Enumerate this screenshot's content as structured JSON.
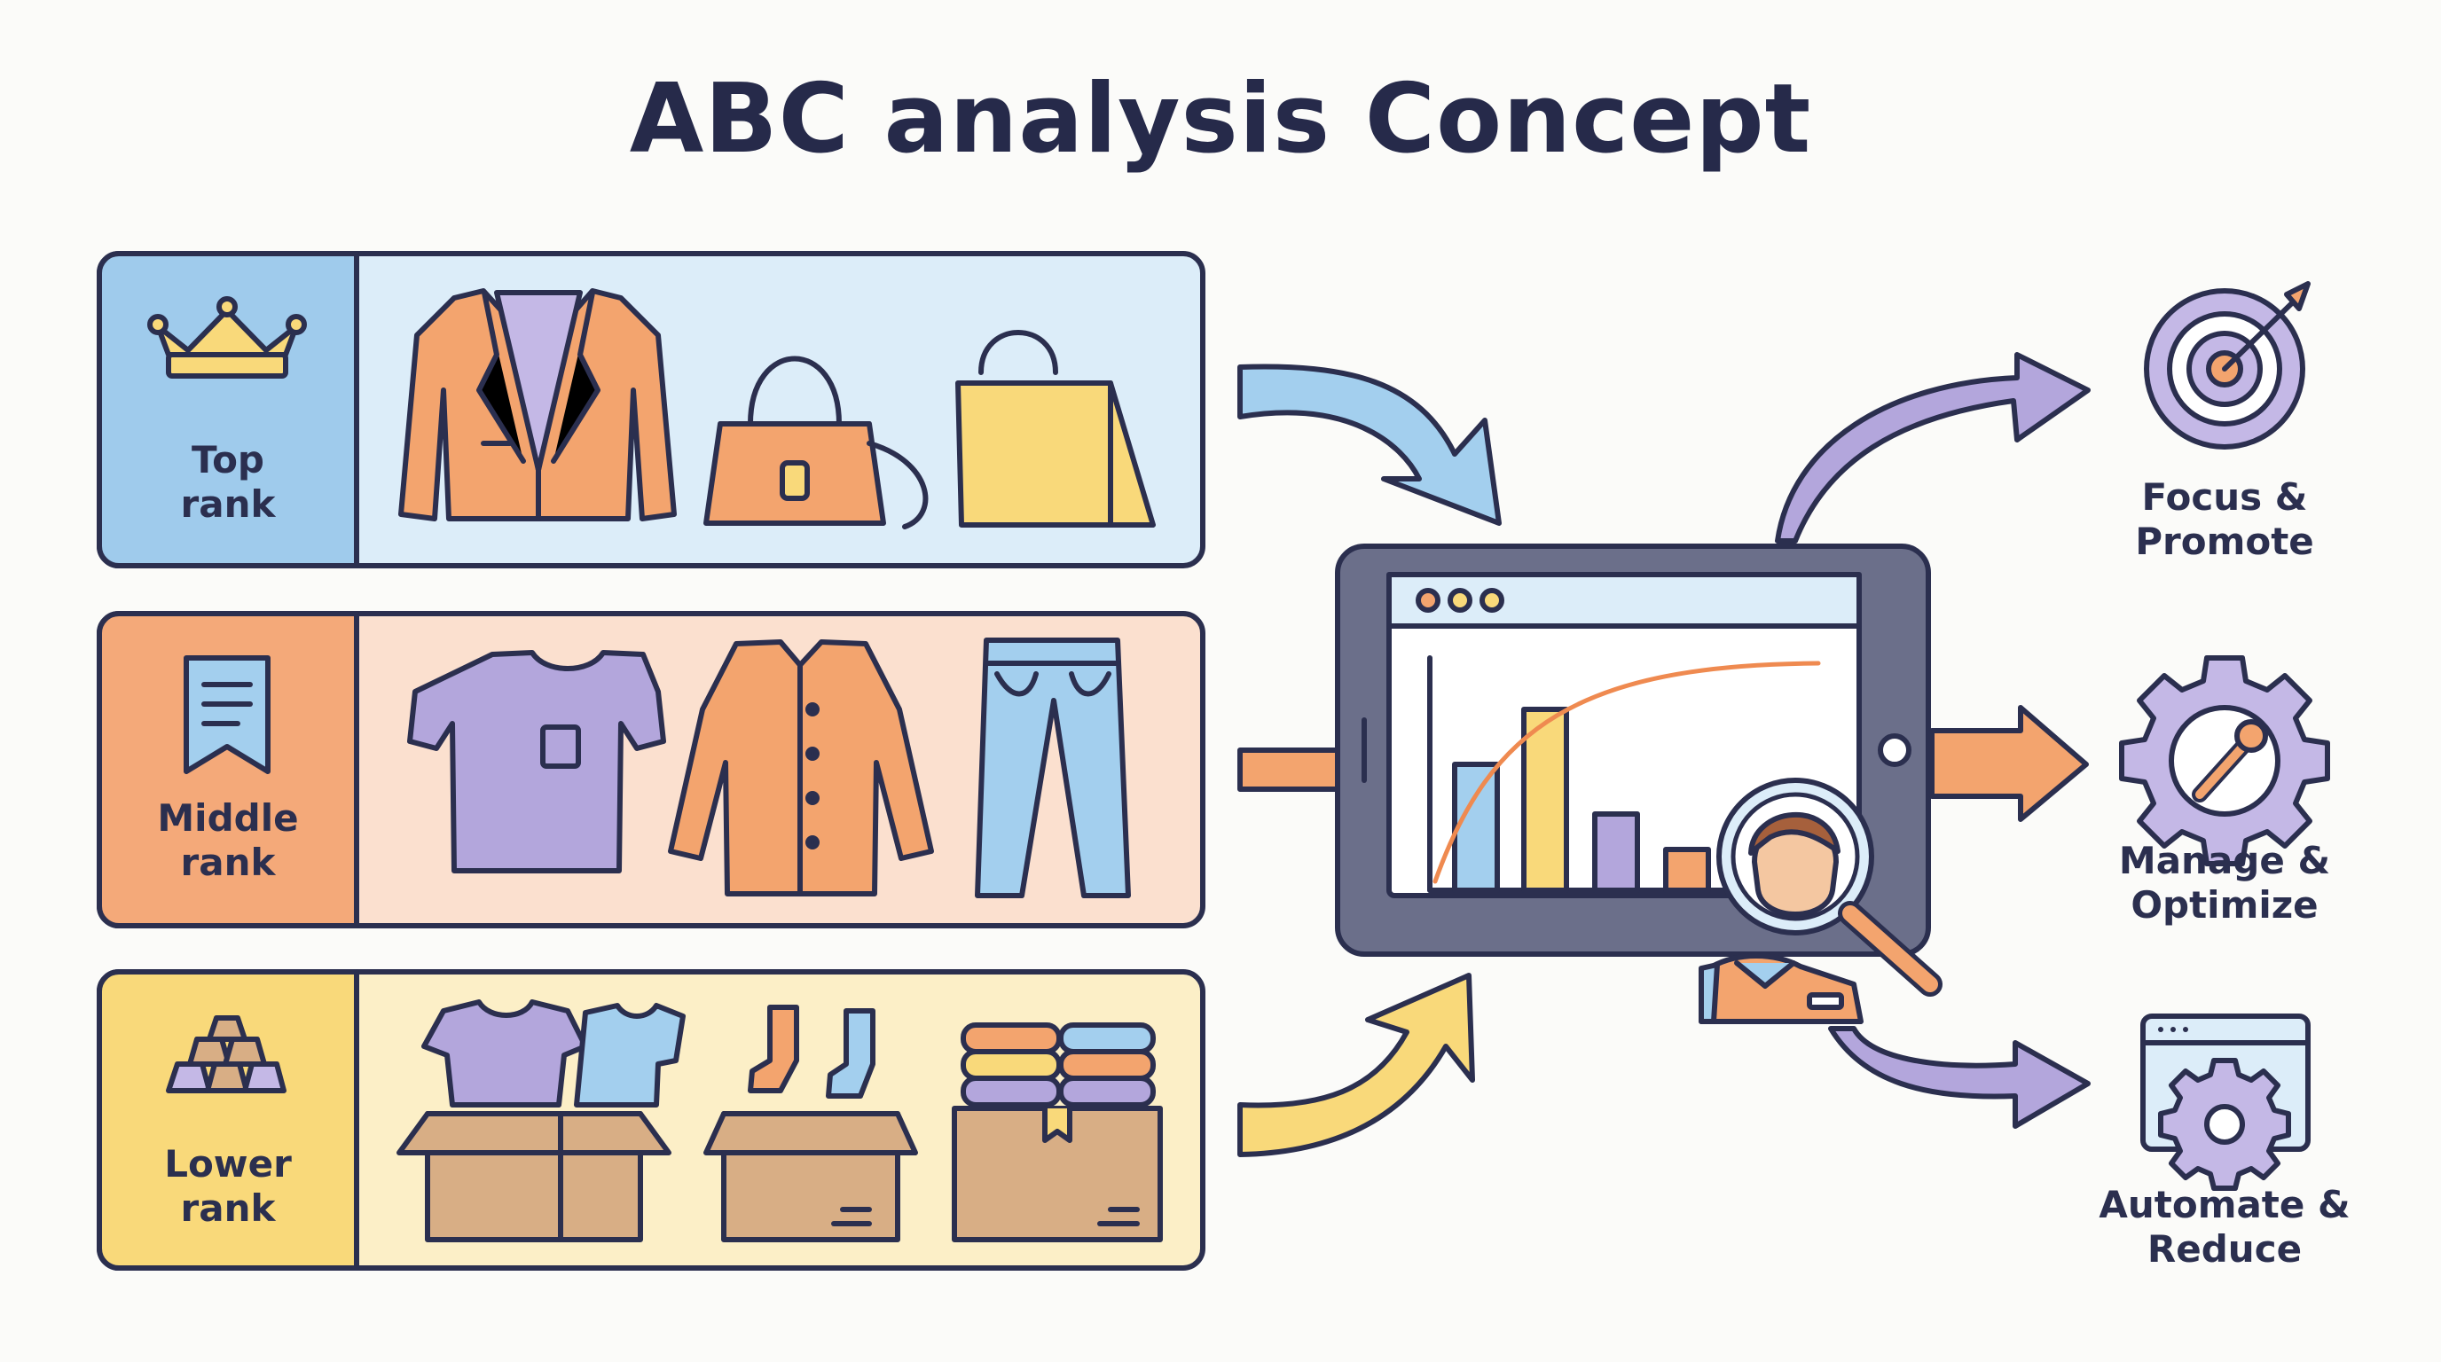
{
  "title": "ABC analysis Concept",
  "ranks": [
    {
      "line1": "Top",
      "line2": "rank",
      "icon": "crown-icon",
      "color": "#9fcbec",
      "light": "#dcedf9"
    },
    {
      "line1": "Middle",
      "line2": "rank",
      "icon": "bookmark-icon",
      "color": "#f4a979",
      "light": "#fbe0cf"
    },
    {
      "line1": "Lower",
      "line2": "rank",
      "icon": "gold-bars-icon",
      "color": "#f9d97a",
      "light": "#fcefc7"
    }
  ],
  "actions": [
    {
      "line1": "Focus &",
      "line2": "Promote",
      "icon": "target-icon"
    },
    {
      "line1": "Manage &",
      "line2": "Optimize",
      "icon": "gear-wrench-icon"
    },
    {
      "line1": "Automate &",
      "line2": "Reduce",
      "icon": "browser-gear-icon"
    }
  ],
  "colors": {
    "outline": "#2b2f4f",
    "purple": "#b3a6dc",
    "orange": "#f3a46e",
    "yellow": "#f8d86f",
    "blue": "#a3cfee",
    "tan": "#d8ae85",
    "curve": "#ef8a50"
  }
}
